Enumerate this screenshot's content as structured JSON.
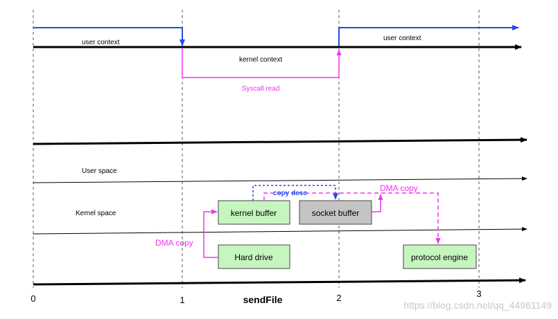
{
  "labels": {
    "user_context_left": "user context",
    "user_context_right": "user context",
    "kernel_context": "kernel context",
    "syscall": "Syscall read",
    "user_space": "User space",
    "kernel_space": "Kernel  space",
    "copy_desc": "copy desc",
    "dma_copy_right": "DMA copy",
    "dma_copy_left": "DMA copy",
    "title": "sendFile",
    "watermark": "https://blog.csdn.net/qq_44961149"
  },
  "boxes": {
    "kernel_buffer": "kernel buffer",
    "socket_buffer": "socket buffer",
    "hard_drive": "Hard drive",
    "protocol_engine": "protocol engine"
  },
  "ticks": [
    "0",
    "1",
    "2",
    "3"
  ],
  "colors": {
    "blue": "#1f4fe6",
    "magenta": "#f033f0",
    "black": "#000000",
    "green_box": "#c6f5c0",
    "gray_box": "#c4c4c4"
  }
}
